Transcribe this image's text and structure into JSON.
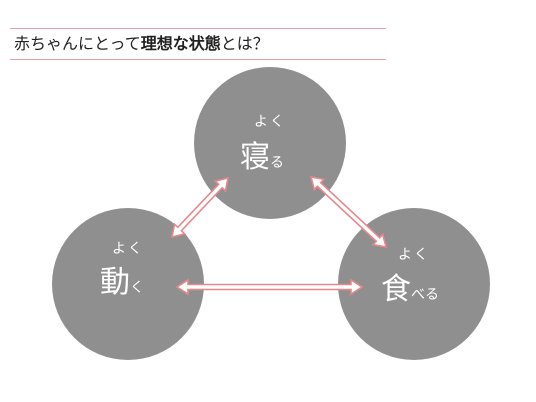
{
  "slide": {
    "title_plain": "赤ちゃんにとって",
    "title_bold": "理想な状態",
    "title_tail": "とは？"
  },
  "diagram": {
    "colors": {
      "circle": "#8f8f8f",
      "arrow_outline": "#e8888c",
      "arrow_fill": "#ffffff",
      "rule": "#e7a3a3"
    },
    "nodes": [
      {
        "id": "sleep",
        "prefix": "よく",
        "main": "寝",
        "suffix": "る"
      },
      {
        "id": "move",
        "prefix": "よく",
        "main": "動",
        "suffix": "く"
      },
      {
        "id": "eat",
        "prefix": "よく",
        "main": "食",
        "suffix": "べる"
      }
    ],
    "arrows": [
      {
        "from": "sleep",
        "to": "move",
        "direction": "both"
      },
      {
        "from": "sleep",
        "to": "eat",
        "direction": "both"
      },
      {
        "from": "move",
        "to": "eat",
        "direction": "both"
      }
    ]
  }
}
